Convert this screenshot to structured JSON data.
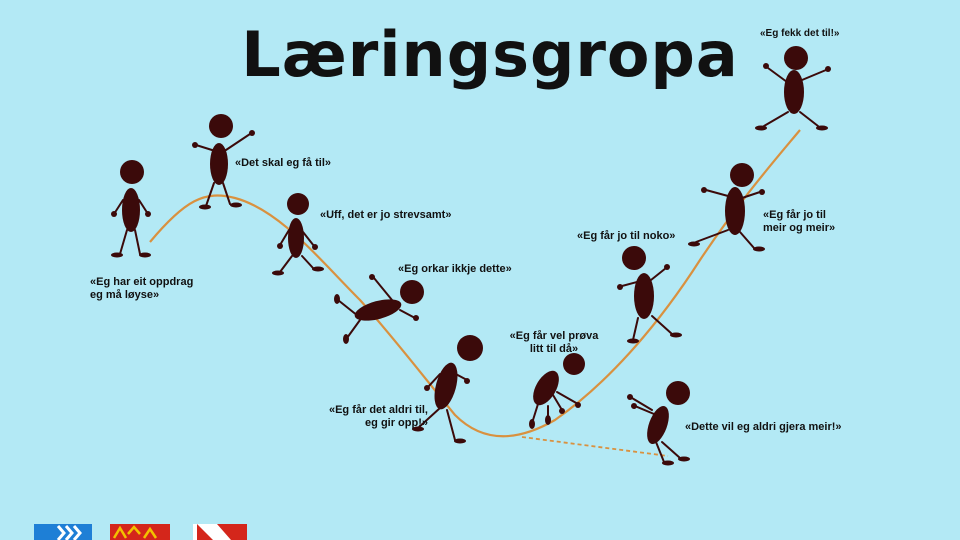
{
  "title": "Læringsgropa",
  "colors": {
    "background": "#b3e9f5",
    "curve": "#d9913f",
    "figure": "#3b0a0a",
    "text": "#111111"
  },
  "quotes": [
    {
      "id": "q1",
      "lines": [
        "«Eg har eit oppdrag",
        "eg må løyse»"
      ]
    },
    {
      "id": "q2",
      "lines": [
        "«Det skal eg få til»"
      ]
    },
    {
      "id": "q3",
      "lines": [
        "«Uff, det er jo strevsamt»"
      ]
    },
    {
      "id": "q4",
      "lines": [
        "«Eg orkar ikkje dette»"
      ]
    },
    {
      "id": "q5",
      "lines": [
        "«Eg får det aldri til,",
        "eg gir opp!»"
      ]
    },
    {
      "id": "q6",
      "lines": [
        "«Eg får vel prøva",
        "litt til då»"
      ]
    },
    {
      "id": "q7",
      "lines": [
        "«Eg får jo til noko»"
      ]
    },
    {
      "id": "q8",
      "lines": [
        "«Eg får jo til",
        "meir og meir»"
      ]
    },
    {
      "id": "q9",
      "lines": [
        "«Eg fekk det til!»"
      ]
    },
    {
      "id": "q10",
      "lines": [
        "«Dette vil eg aldri gjera meir!»"
      ]
    }
  ],
  "logos": [
    "blue-chevron-logo",
    "red-yellow-pattern-logo",
    "red-white-logo"
  ]
}
